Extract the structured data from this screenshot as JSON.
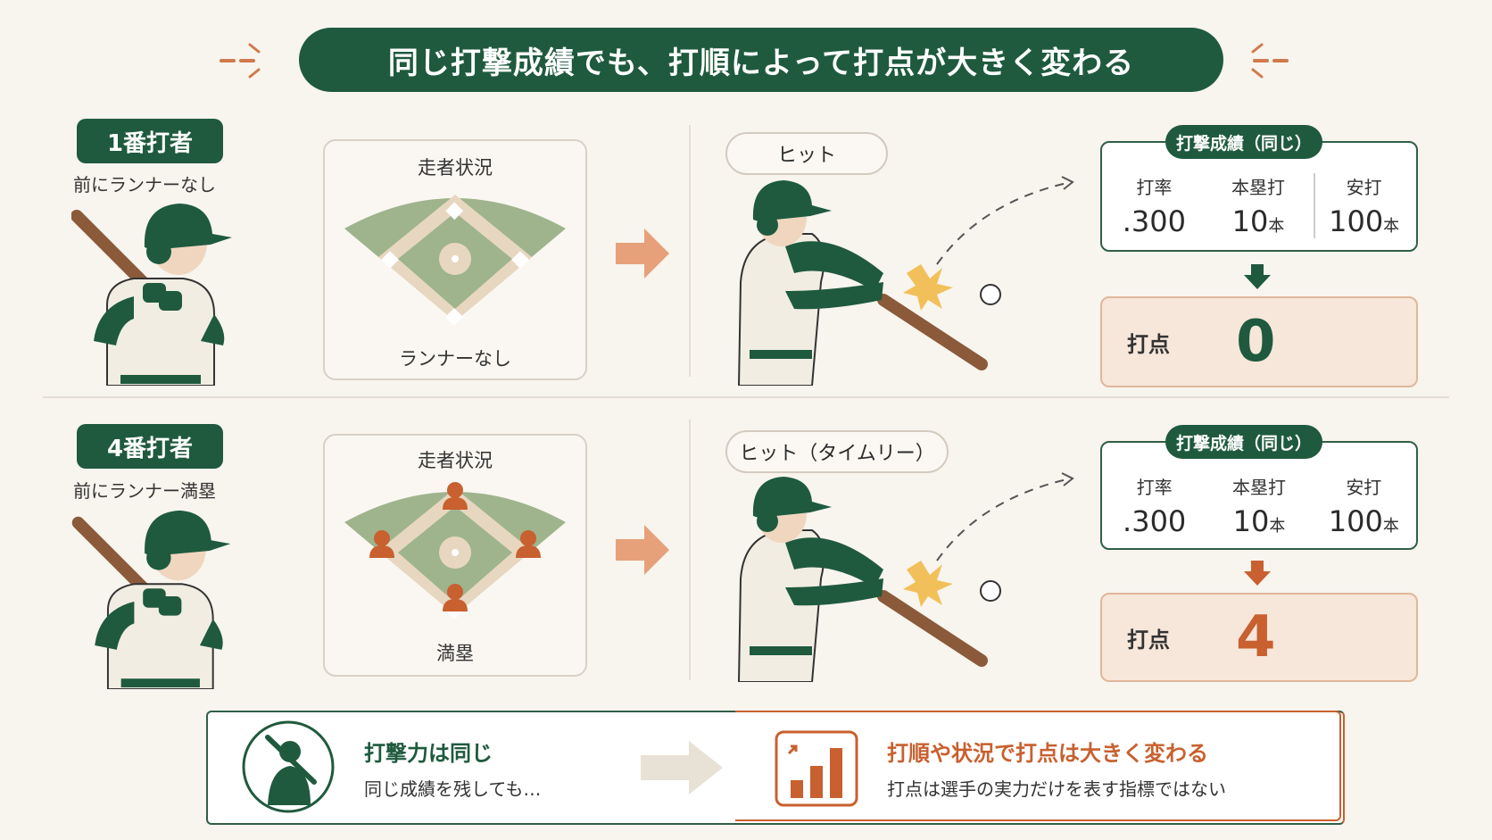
{
  "title": "同じ打撃成績でも、打順によって打点が大きく変わる",
  "colors": {
    "green": "#1f5a3e",
    "orange": "#c8602f",
    "peach": "#f7e6da",
    "bg": "#f8f4ee"
  },
  "rows": [
    {
      "order_label": "1番打者",
      "situation": "前にランナーなし",
      "field_title": "走者状況",
      "field_caption": "ランナーなし",
      "runners": 0,
      "result_label": "ヒット",
      "stats_heading": "打撃成績（同じ）",
      "stats": [
        {
          "label": "打率",
          "value": ".300",
          "unit": ""
        },
        {
          "label": "本塁打",
          "value": "10",
          "unit": "本"
        },
        {
          "label": "安打",
          "value": "100",
          "unit": "本"
        }
      ],
      "rbi_label": "打点",
      "rbi_value": "0"
    },
    {
      "order_label": "4番打者",
      "situation": "前にランナー満塁",
      "field_title": "走者状況",
      "field_caption": "満塁",
      "runners": 3,
      "result_label": "ヒット（タイムリー）",
      "stats_heading": "打撃成績（同じ）",
      "stats": [
        {
          "label": "打率",
          "value": ".300",
          "unit": ""
        },
        {
          "label": "本塁打",
          "value": "10",
          "unit": "本"
        },
        {
          "label": "安打",
          "value": "100",
          "unit": "本"
        }
      ],
      "rbi_label": "打点",
      "rbi_value": "4"
    }
  ],
  "bottom": {
    "left_title": "打撃力は同じ",
    "left_text": "同じ成績を残しても…",
    "right_title": "打順や状況で打点は大きく変わる",
    "right_text": "打点は選手の実力だけを表す指標ではない"
  },
  "icons": [
    "batter-icon",
    "baseball-field-icon",
    "arrow-right-icon",
    "ball-icon",
    "bar-chart-icon",
    "arrow-down-icon"
  ]
}
